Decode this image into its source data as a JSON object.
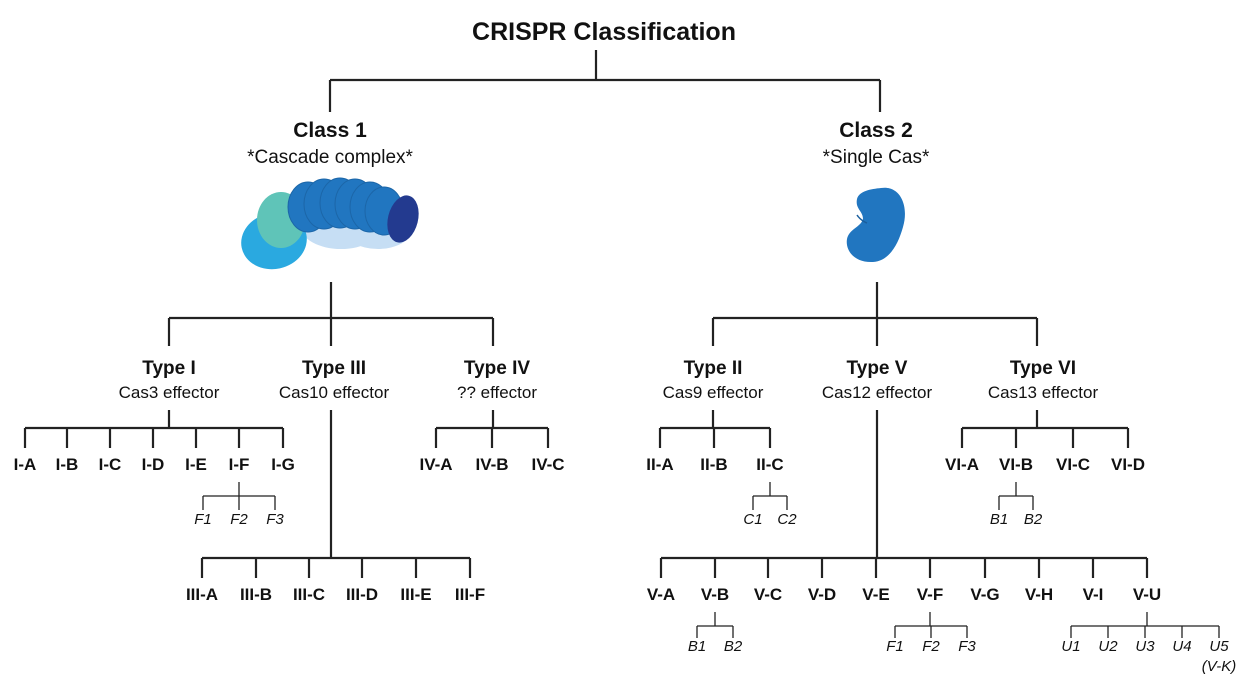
{
  "title": "CRISPR Classification",
  "class1": {
    "name": "Class 1",
    "desc": "*Cascade complex*",
    "icon": "cascade-complex-icon",
    "types": [
      {
        "name": "Type I",
        "desc": "Cas3 effector",
        "subtypes": [
          "I-A",
          "I-B",
          "I-C",
          "I-D",
          "I-E",
          "I-F",
          "I-G"
        ],
        "variants": [
          "F1",
          "F2",
          "F3"
        ]
      },
      {
        "name": "Type III",
        "desc": "Cas10 effector",
        "subtypes": [
          "III-A",
          "III-B",
          "III-C",
          "III-D",
          "III-E",
          "III-F"
        ]
      },
      {
        "name": "Type IV",
        "desc": "?? effector",
        "subtypes": [
          "IV-A",
          "IV-B",
          "IV-C"
        ]
      }
    ]
  },
  "class2": {
    "name": "Class 2",
    "desc": "*Single Cas*",
    "icon": "single-cas-protein-icon",
    "types": [
      {
        "name": "Type II",
        "desc": "Cas9 effector",
        "subtypes": [
          "II-A",
          "II-B",
          "II-C"
        ],
        "variants": [
          "C1",
          "C2"
        ]
      },
      {
        "name": "Type V",
        "desc": "Cas12 effector",
        "subtypes": [
          "V-A",
          "V-B",
          "V-C",
          "V-D",
          "V-E",
          "V-F",
          "V-G",
          "V-H",
          "V-I",
          "V-U"
        ],
        "variants_b": [
          "B1",
          "B2"
        ],
        "variants_f": [
          "F1",
          "F2",
          "F3"
        ],
        "variants_u": [
          "U1",
          "U2",
          "U3",
          "U4",
          "U5"
        ],
        "u5_note": "(V-K)"
      },
      {
        "name": "Type VI",
        "desc": "Cas13 effector",
        "subtypes": [
          "VI-A",
          "VI-B",
          "VI-C",
          "VI-D"
        ],
        "variants": [
          "B1",
          "B2"
        ]
      }
    ]
  },
  "colors": {
    "line": "#222222",
    "blue_mid": "#2176c0",
    "blue_light": "#2aa9e0",
    "teal": "#5fc4b8",
    "navy": "#233a8f",
    "pale": "#c6def4"
  }
}
